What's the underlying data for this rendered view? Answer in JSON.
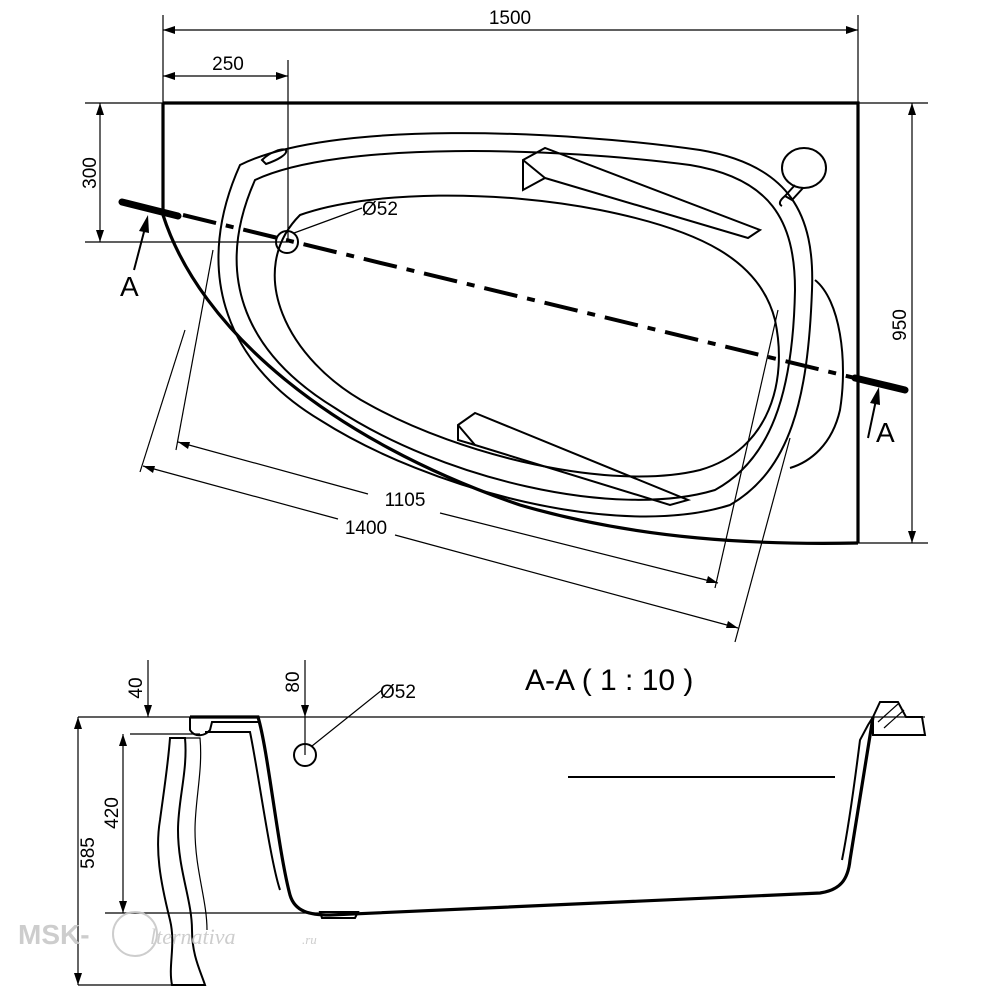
{
  "plan": {
    "dim_width": "1500",
    "dim_offset": "250",
    "dim_depth": "950",
    "dim_offset_side": "300",
    "dim_inner_length": "1105",
    "dim_outer_length": "1400",
    "drain_label": "Ø52",
    "section_mark_left": "A",
    "section_mark_right": "A"
  },
  "section": {
    "title": "A-A  ( 1 : 10 )",
    "dim_rim": "40",
    "dim_overflow": "80",
    "dim_inner_height": "420",
    "dim_total_height": "585",
    "overflow_label": "Ø52"
  },
  "watermark": {
    "prefix": "MSK-",
    "script": "lternativa",
    "suffix": ".ru"
  }
}
